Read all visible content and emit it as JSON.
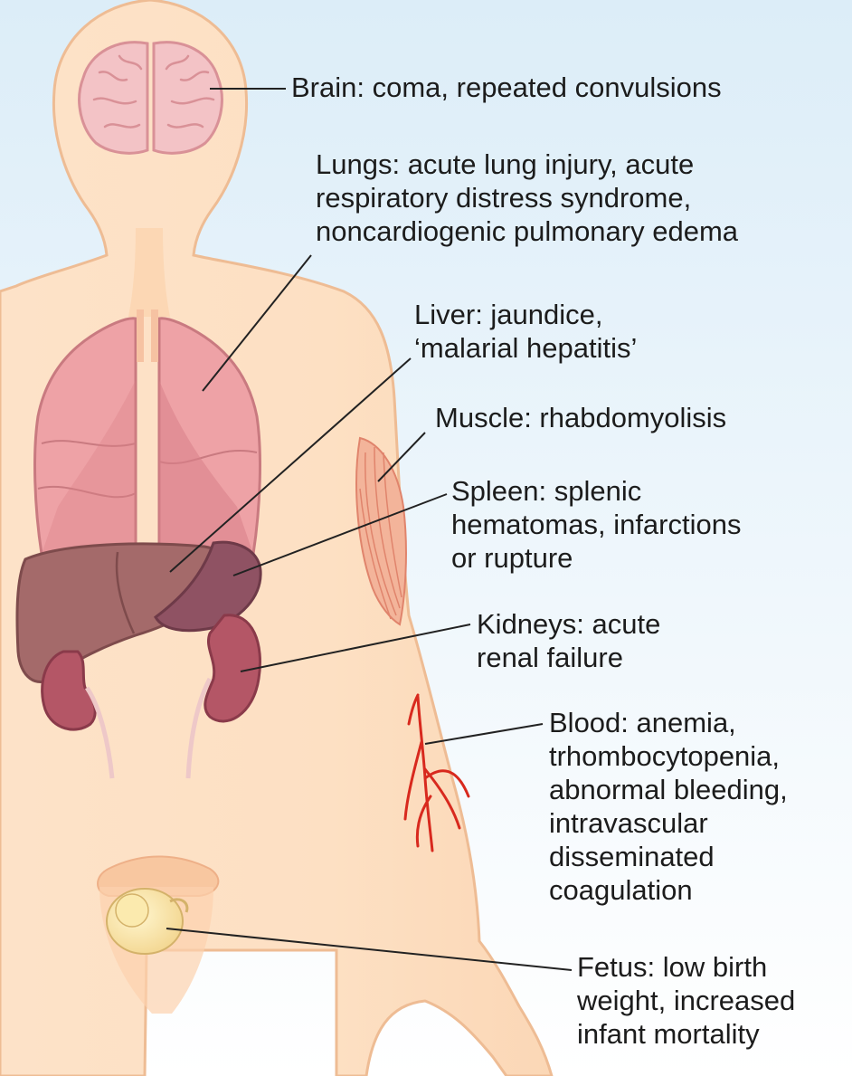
{
  "colors": {
    "skin": "#fde0c3",
    "skin_outline": "#eebc94",
    "background_gradient_top": "#ddeef8",
    "background_gradient_bottom": "#ffffff",
    "lung": "#eea2a6",
    "liver": "#9e6363",
    "spleen": "#8e5060",
    "kidney": "#b45666",
    "brain": "#f2c1c4",
    "vessel": "#d8291e",
    "leader_line": "#222222"
  },
  "labels": {
    "brain": [
      "Brain: coma, repeated convulsions"
    ],
    "lungs": [
      "Lungs: acute lung injury, acute",
      "respiratory distress syndrome,",
      "noncardiogenic pulmonary edema"
    ],
    "liver": [
      "Liver: jaundice,",
      "‘malarial hepatitis’"
    ],
    "muscle": [
      "Muscle: rhabdomyolisis"
    ],
    "spleen": [
      "Spleen: splenic",
      "hematomas, infarctions",
      "or rupture"
    ],
    "kidneys": [
      "Kidneys: acute",
      "renal failure"
    ],
    "blood": [
      "Blood: anemia,",
      "trhombocytopenia,",
      "abnormal bleeding,",
      "intravascular",
      "disseminated",
      "coagulation"
    ],
    "fetus": [
      "Fetus: low birth",
      "weight, increased",
      "infant mortality"
    ]
  }
}
